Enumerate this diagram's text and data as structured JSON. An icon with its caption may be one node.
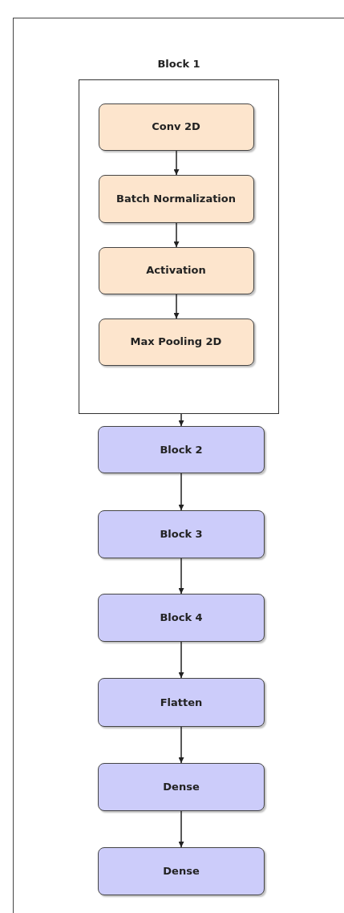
{
  "diagram": {
    "nodes": [
      {
        "text": [
          "Block 1"
        ]
      },
      {
        "text": [
          "Conv 2D"
        ],
        "in": 0
      },
      {
        "text": [
          "Batch Normalization"
        ],
        "in": 0
      },
      {
        "text": [
          "Activation"
        ],
        "in": 0
      },
      {
        "text": [
          "Max Pooling 2D"
        ],
        "in": 0
      },
      {
        "text": [
          "Block 2"
        ]
      },
      {
        "text": [
          "Block 3"
        ]
      },
      {
        "text": [
          "Block 4"
        ]
      },
      {
        "text": [
          "Flatten"
        ]
      },
      {
        "text": [
          "Dense"
        ]
      },
      {
        "text": [
          "Dense"
        ]
      }
    ],
    "edges": [
      {
        "from": 1,
        "to": 2,
        "arrow": "to"
      },
      {
        "from": 2,
        "to": 3,
        "arrow": "to"
      },
      {
        "from": 3,
        "to": 4,
        "arrow": "to"
      },
      {
        "from": 0,
        "to": 5,
        "arrow": "to"
      },
      {
        "from": 5,
        "to": 6,
        "arrow": "to"
      },
      {
        "from": 6,
        "to": 7,
        "arrow": "to"
      },
      {
        "from": 7,
        "to": 8,
        "arrow": "to"
      },
      {
        "from": 8,
        "to": 9,
        "arrow": "to"
      },
      {
        "from": 9,
        "to": 10,
        "arrow": "to"
      }
    ]
  }
}
